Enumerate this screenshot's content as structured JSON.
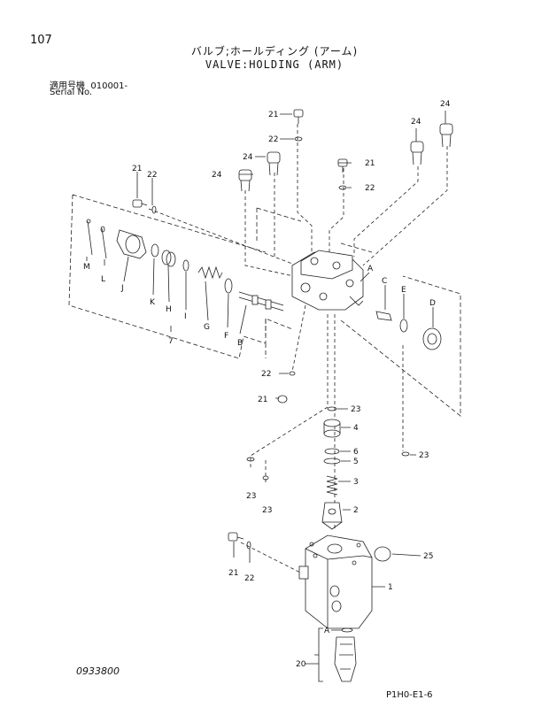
{
  "header": {
    "page_number": "107",
    "title_jp": "バルブ;ホールディング (アーム)",
    "title_en": "VALVE:HOLDING (ARM)",
    "serial_label_jp": "適用号機",
    "serial_value": "010001-",
    "serial_label_en": "Serial No."
  },
  "footer": {
    "drawing_number": "0933800",
    "page_code": "P1H0-E1-6"
  },
  "callouts": {
    "c21a": "21",
    "c22a": "22",
    "c24a": "24",
    "c24b": "24",
    "c24c": "24",
    "c24d": "24",
    "c21b": "21",
    "c22b": "22",
    "c21c": "21",
    "c22c": "22",
    "cA1": "A",
    "cC": "C",
    "cE": "E",
    "cD": "D",
    "cM": "M",
    "cL": "L",
    "cJ": "J",
    "cK": "K",
    "cH": "H",
    "cI": "I",
    "cG": "G",
    "cF": "F",
    "cB": "B",
    "c7": "7",
    "c22d": "22",
    "c21d": "21",
    "c23a": "23",
    "c4": "4",
    "c6": "6",
    "c5": "5",
    "c23b": "23",
    "c3": "3",
    "c2": "2",
    "c23c": "23",
    "c23d": "23",
    "c25": "25",
    "c1": "1",
    "c21e": "21",
    "c22e": "22",
    "cA2": "A",
    "c20": "20"
  }
}
